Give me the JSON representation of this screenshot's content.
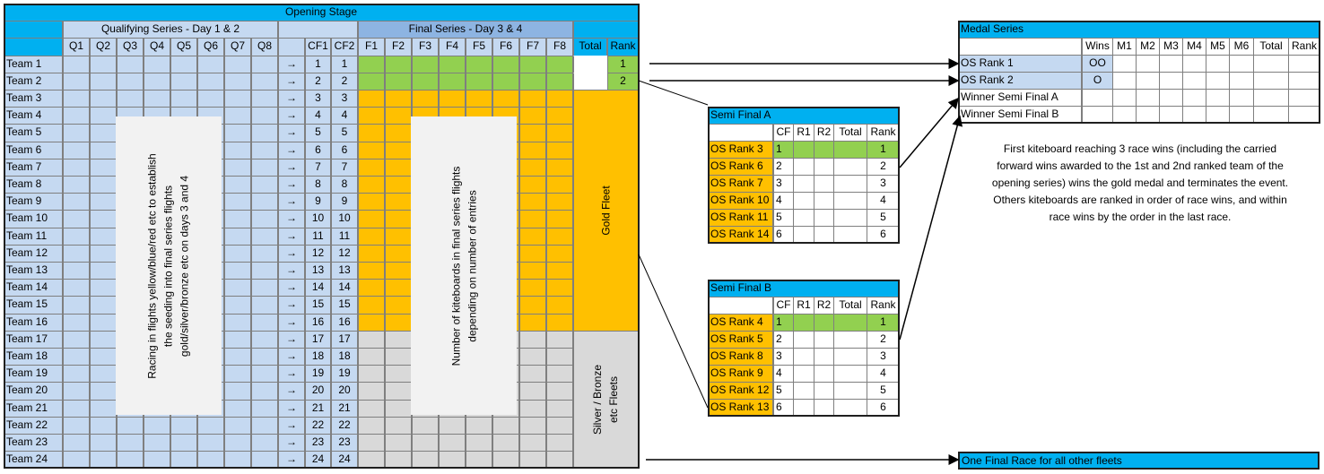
{
  "opening_stage": {
    "title": "Opening Stage",
    "qualifying_title": "Qualifying Series - Day 1 & 2",
    "final_title": "Final Series - Day 3 & 4",
    "q_headers": [
      "Q1",
      "Q2",
      "Q3",
      "Q4",
      "Q5",
      "Q6",
      "Q7",
      "Q8"
    ],
    "cf_headers": [
      "CF1",
      "CF2"
    ],
    "f_headers": [
      "F1",
      "F2",
      "F3",
      "F4",
      "F5",
      "F6",
      "F7",
      "F8"
    ],
    "total_label": "Total",
    "rank_label": "Rank",
    "arrow_glyph": "→",
    "teams": [
      "Team 1",
      "Team 2",
      "Team 3",
      "Team 4",
      "Team 5",
      "Team 6",
      "Team 7",
      "Team 8",
      "Team 9",
      "Team 10",
      "Team 11",
      "Team 12",
      "Team 13",
      "Team 14",
      "Team 15",
      "Team 16",
      "Team 17",
      "Team 18",
      "Team 19",
      "Team 20",
      "Team 21",
      "Team 22",
      "Team 23",
      "Team 24"
    ],
    "cf_values": [
      "1",
      "2",
      "3",
      "4",
      "5",
      "6",
      "7",
      "8",
      "9",
      "10",
      "11",
      "12",
      "13",
      "14",
      "15",
      "16",
      "17",
      "18",
      "19",
      "20",
      "21",
      "22",
      "23",
      "24"
    ],
    "top_ranks": [
      "1",
      "2"
    ],
    "qualifying_note": [
      "Racing in flights yellow/blue/red  etc to establish",
      "the seeding into final series flights",
      "gold/silver/bronze etc on days 3 and 4"
    ],
    "final_note": [
      "Number of kiteboards in final series flights",
      "depending on number of entries"
    ],
    "gold_fleet": "Gold Fleet",
    "silver_fleet": [
      "Silver / Bronze",
      "etc Fleets"
    ]
  },
  "semi_a": {
    "title": "Semi Final A",
    "headers": [
      "CF",
      "R1",
      "R2",
      "Total",
      "Rank"
    ],
    "rows": [
      {
        "name": "OS Rank 3",
        "cf": "1",
        "rank": "1"
      },
      {
        "name": "OS Rank 6",
        "cf": "2",
        "rank": "2"
      },
      {
        "name": "OS Rank 7",
        "cf": "3",
        "rank": "3"
      },
      {
        "name": "OS Rank 10",
        "cf": "4",
        "rank": "4"
      },
      {
        "name": "OS Rank 11",
        "cf": "5",
        "rank": "5"
      },
      {
        "name": "OS Rank 14",
        "cf": "6",
        "rank": "6"
      }
    ]
  },
  "semi_b": {
    "title": "Semi Final B",
    "headers": [
      "CF",
      "R1",
      "R2",
      "Total",
      "Rank"
    ],
    "rows": [
      {
        "name": "OS Rank 4",
        "cf": "1",
        "rank": "1"
      },
      {
        "name": "OS Rank 5",
        "cf": "2",
        "rank": "2"
      },
      {
        "name": "OS Rank 8",
        "cf": "3",
        "rank": "3"
      },
      {
        "name": "OS Rank 9",
        "cf": "4",
        "rank": "4"
      },
      {
        "name": "OS Rank 12",
        "cf": "5",
        "rank": "5"
      },
      {
        "name": "OS Rank 13",
        "cf": "6",
        "rank": "6"
      }
    ]
  },
  "medal": {
    "title": "Medal Series",
    "headers": [
      "Wins",
      "M1",
      "M2",
      "M3",
      "M4",
      "M5",
      "M6",
      "Total",
      "Rank"
    ],
    "rows": [
      {
        "name": "OS Rank 1",
        "wins": "OO"
      },
      {
        "name": "OS Rank 2",
        "wins": "O"
      },
      {
        "name": "Winner Semi Final  A",
        "wins": ""
      },
      {
        "name": "Winner Semi Final  B",
        "wins": ""
      }
    ],
    "note": [
      "First kiteboard reaching 3 race wins (including the carried",
      "forward wins awarded to the 1st and 2nd ranked team of the",
      "opening series) wins the gold medal and terminates the event.",
      "Others kiteboards are ranked in order of race wins, and within",
      "race wins by the order in the last race."
    ]
  },
  "final_race": "One Final Race for all other fleets",
  "colors": {
    "blue": "#c5d9f1",
    "blue_header": "#8db4e2",
    "cyan": "#00b0f0",
    "green": "#92d050",
    "orange": "#ffc000",
    "grey": "#d9d9d9"
  }
}
